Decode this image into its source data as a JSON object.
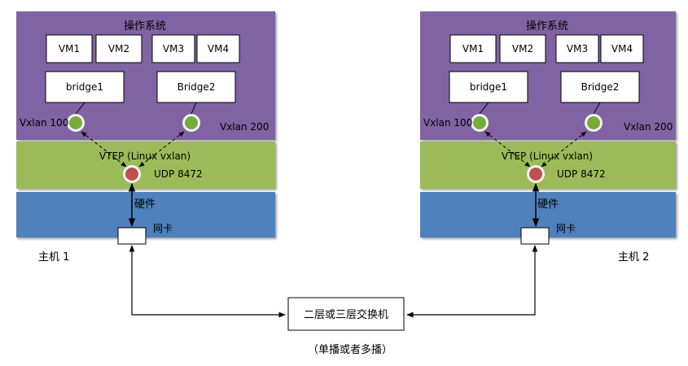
{
  "hosts": [
    {
      "os_label": "操作系统",
      "vms": [
        "VM1",
        "VM2",
        "VM3",
        "VM4"
      ],
      "bridges": [
        "bridge1",
        "Bridge2"
      ],
      "vxlans": [
        "Vxlan 100",
        "Vxlan 200"
      ],
      "vtep_label": "VTEP (Linux vxlan)",
      "udp_label": "UDP 8472",
      "hardware_label": "硬件",
      "nic_label": "网卡",
      "host_label": "主机 1"
    },
    {
      "os_label": "操作系统",
      "vms": [
        "VM1",
        "VM2",
        "VM3",
        "VM4"
      ],
      "bridges": [
        "bridge1",
        "Bridge2"
      ],
      "vxlans": [
        "Vxlan 100",
        "Vxlan 200"
      ],
      "vtep_label": "VTEP (Linux vxlan)",
      "udp_label": "UDP 8472",
      "hardware_label": "硬件",
      "nic_label": "网卡",
      "host_label": "主机 2"
    }
  ],
  "switch_label": "二层或三层交换机",
  "switch_note": "（单播或者多播）",
  "colors": {
    "os_layer": "#8064A2",
    "vtep_layer": "#9BBB59",
    "hardware_layer": "#4F81BD",
    "vxlan_port": "#7AAB3A",
    "udp_port": "#C0504D",
    "port_ring": "#F2F2F2"
  }
}
